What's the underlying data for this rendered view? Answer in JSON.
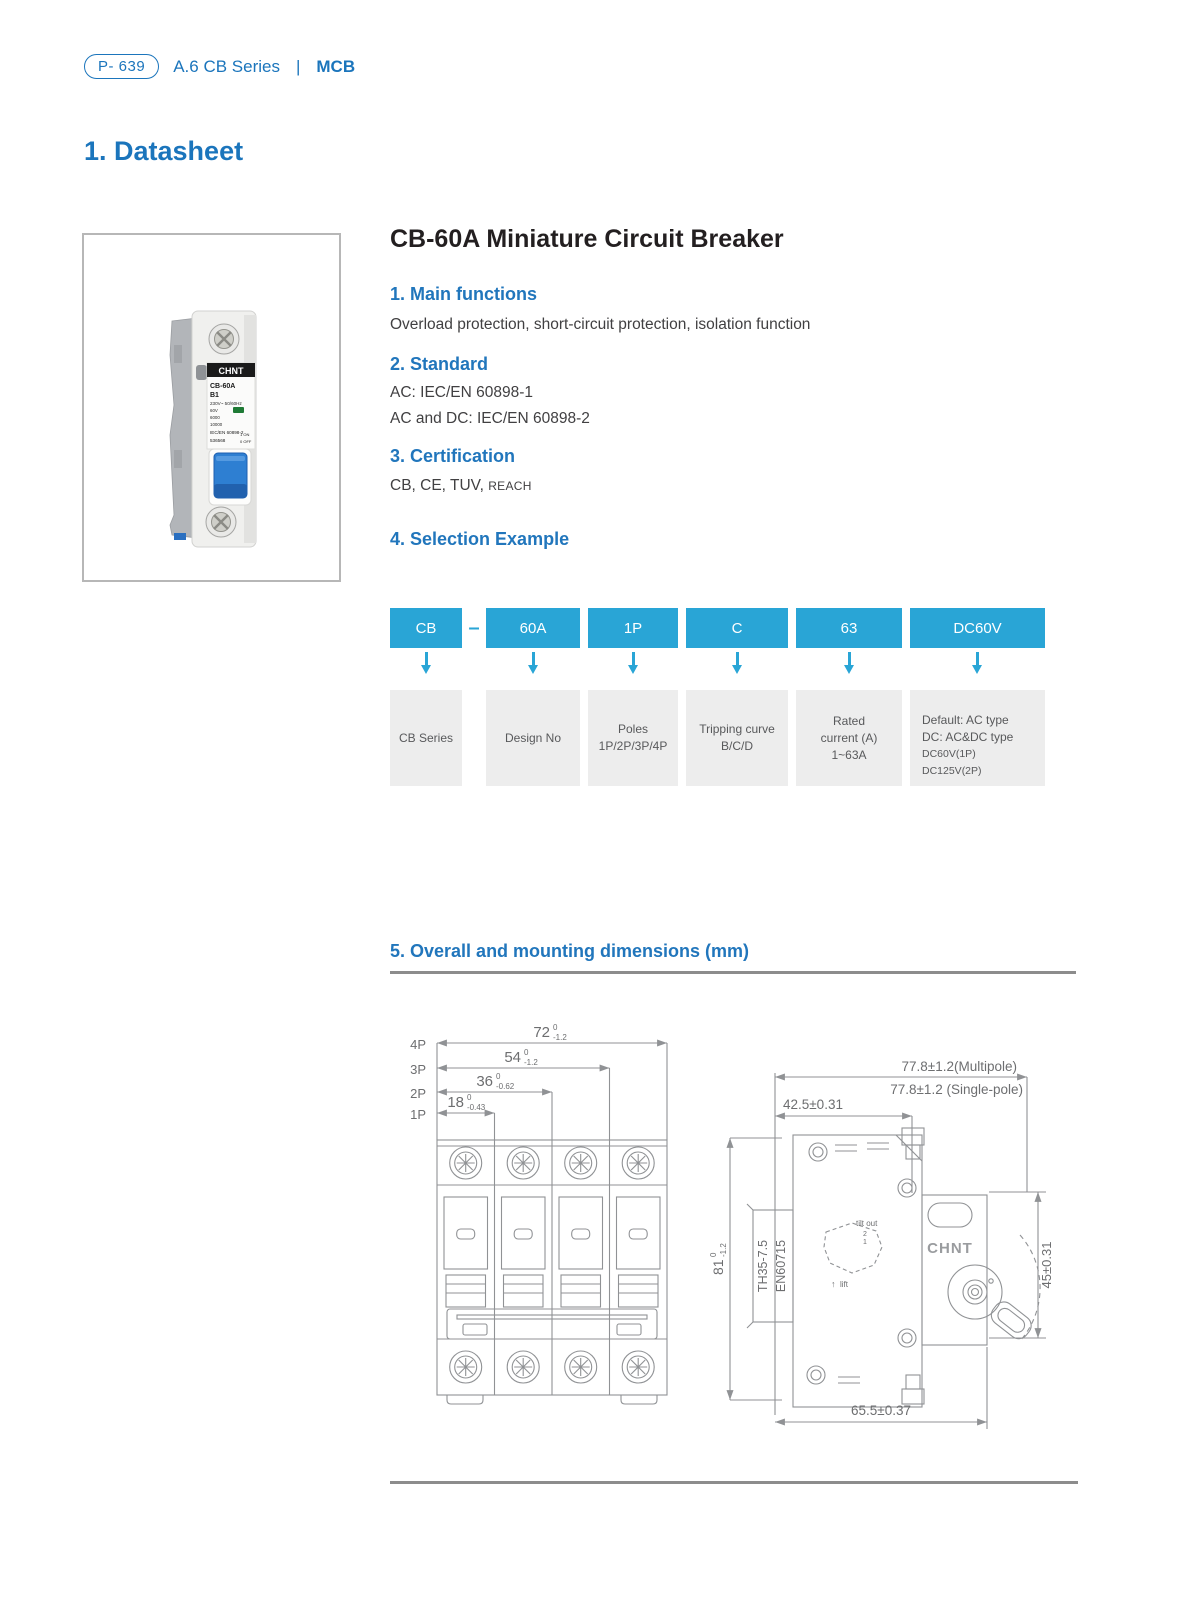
{
  "colors": {
    "brand_blue": "#1b75bc",
    "accent_cyan": "#29a5d6",
    "desc_box_gray": "#ededed",
    "rule_gray": "#8c8c8c",
    "toggle_blue": "#2e7fd2"
  },
  "header": {
    "page_badge": "P- 639",
    "series": "A.6 CB Series",
    "separator": "|",
    "category": "MCB",
    "section_title": "1. Datasheet"
  },
  "product": {
    "title": "CB-60A Miniature Circuit Breaker",
    "sections": [
      {
        "heading": "1. Main functions",
        "body": "Overload protection, short-circuit protection, isolation function"
      },
      {
        "heading": "2. Standard",
        "line1": "AC: IEC/EN 60898-1",
        "line2": "AC and DC: IEC/EN 60898-2"
      },
      {
        "heading": "3. Certification",
        "body": "CB, CE, TUV,",
        "small": "REACH"
      },
      {
        "heading": "4. Selection Example"
      }
    ],
    "photo_label": {
      "brand": "CHNT",
      "model": "CB-60A",
      "variant": "B1",
      "rating": "230V~ 50/60Hz",
      "spec1": "60V",
      "spec2": "6000",
      "spec3": "10000",
      "standard": "IEC/EN 60898-2",
      "code": "536568",
      "on": "1 ON",
      "off": "0 OFF"
    }
  },
  "selection": {
    "joiner": "–",
    "codes": [
      {
        "label": "CB"
      },
      {
        "label": "60A"
      },
      {
        "label": "1P"
      },
      {
        "label": "C"
      },
      {
        "label": "63"
      },
      {
        "label": "DC60V"
      }
    ],
    "descriptions": [
      {
        "line1": "CB Series"
      },
      {
        "line1": "Design No"
      },
      {
        "line1": "Poles",
        "line2": "1P/2P/3P/4P"
      },
      {
        "line1": "Tripping curve",
        "line2": "B/C/D"
      },
      {
        "line1": "Rated",
        "line2": "current (A)",
        "line3": "1~63A"
      },
      {
        "line1": "Default: AC type",
        "line2": "DC: AC&DC type",
        "line3": "DC60V(1P)",
        "line4": "DC125V(2P)"
      }
    ]
  },
  "dims": {
    "heading": "5. Overall and mounting dimensions (mm)",
    "front": {
      "rows": [
        {
          "pole": "4P",
          "value": "72",
          "tol_top": "0",
          "tol_bottom": "-1.2"
        },
        {
          "pole": "3P",
          "value": "54",
          "tol_top": "0",
          "tol_bottom": "-1.2"
        },
        {
          "pole": "2P",
          "value": "36",
          "tol_top": "0",
          "tol_bottom": "-0.62"
        },
        {
          "pole": "1P",
          "value": "18",
          "tol_top": "0",
          "tol_bottom": "-0.43"
        }
      ]
    },
    "side": {
      "width_multipole": "77.8±1.2(Multipole)",
      "width_singlepole": "77.8±1.2 (Single-pole)",
      "top_width": "42.5±0.31",
      "height_value": "81",
      "height_tol_top": "0",
      "height_tol_bottom": "-1.2",
      "rail_model": "TH35-7.5",
      "rail_standard": "EN60715",
      "depth": "45±0.31",
      "bottom_width": "65.5±0.37",
      "brand": "CHNT",
      "tilt_note": "tilt out",
      "tilt_step2": "2",
      "tilt_step1": "1",
      "lift_arrow": "↑",
      "lift_note": "lift"
    }
  }
}
